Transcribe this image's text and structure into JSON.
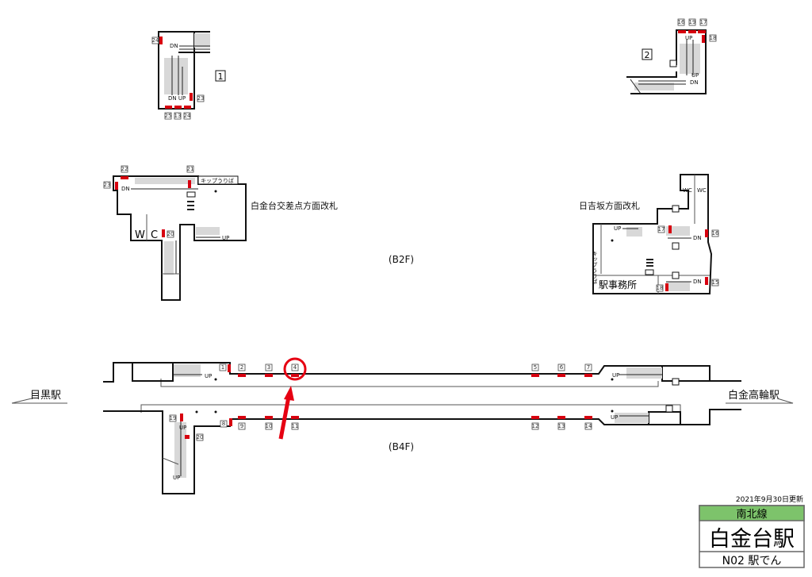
{
  "exits_area1": {
    "label": "1",
    "tags": [
      "24",
      "23",
      "25",
      "13",
      "24"
    ],
    "dn": "DN",
    "dnup": "DN UP"
  },
  "exits_area2": {
    "label": "2",
    "tags": [
      "16",
      "19",
      "17",
      "18"
    ],
    "up": "UP",
    "up2": "UP",
    "dn": "DN"
  },
  "b2f": {
    "floor_label": "(B2F)",
    "west_gate": "白金台交差点方面改札",
    "east_gate": "日吉坂方面改札",
    "ticket_west": "キップうりば",
    "ticket_east": "キップうりば",
    "station_office": "駅事務所",
    "wc_letters": [
      "W",
      "C"
    ],
    "wc": "WC",
    "west_tags": [
      "22",
      "21",
      "23",
      "20"
    ],
    "east_tags": [
      "17",
      "16",
      "18",
      "15"
    ],
    "dn": "DN",
    "up": "UP"
  },
  "b4f": {
    "floor_label": "(B4F)",
    "left_station": "目黒駅",
    "right_station": "白金高輪駅",
    "upper_doors": [
      "1",
      "2",
      "3",
      "4",
      "5",
      "6",
      "7"
    ],
    "lower_doors": [
      "8",
      "9",
      "10",
      "11",
      "12",
      "13",
      "14"
    ],
    "stair_tags": [
      "19",
      "20"
    ],
    "up": "UP",
    "highlight_door": "4",
    "highlight_color": "#e60012"
  },
  "info": {
    "updated": "2021年9月30日更新",
    "line": "南北線",
    "station": "白金台駅",
    "code": "N02 駅でん",
    "line_color": "#7dc36b"
  }
}
